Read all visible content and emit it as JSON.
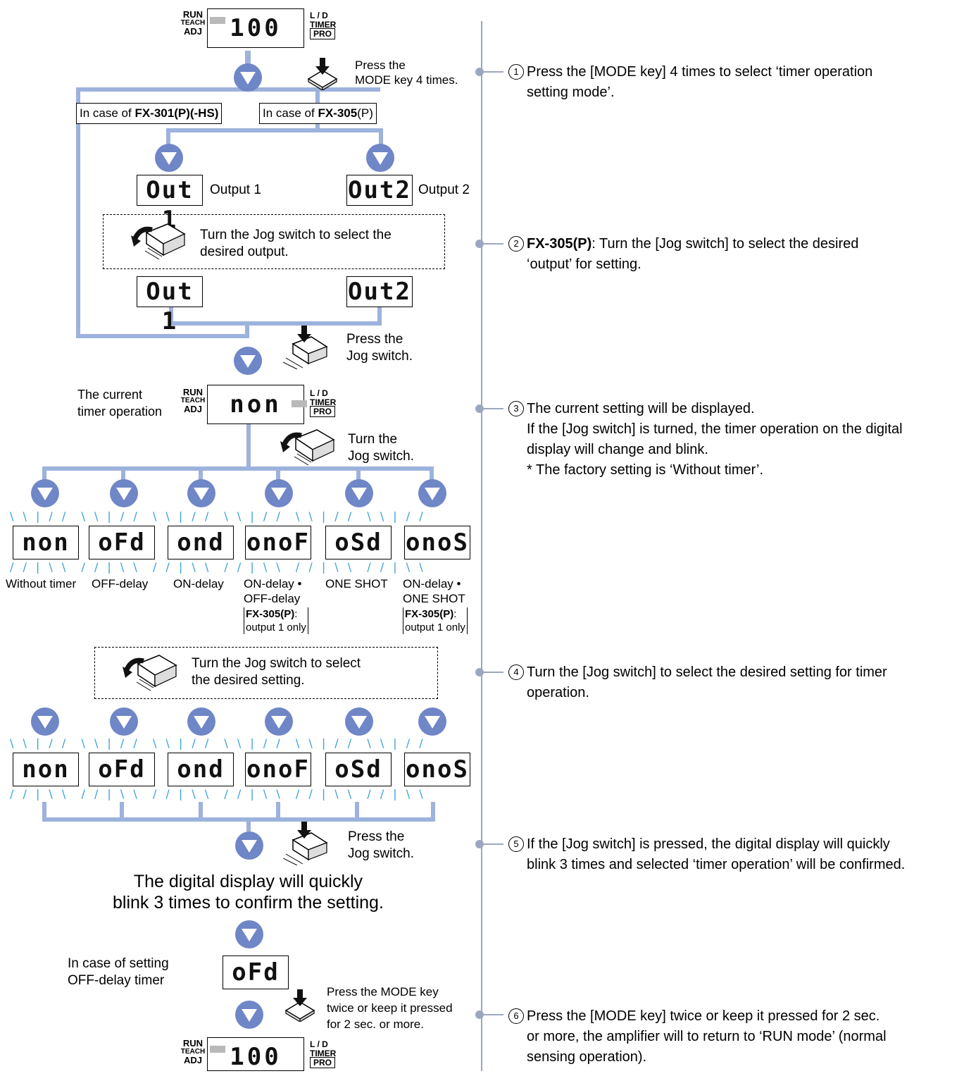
{
  "amp_top": {
    "left_labels": [
      "RUN",
      "TEACH",
      "ADJ"
    ],
    "display": "100",
    "right_labels": [
      "L / D",
      "TIMER"
    ],
    "pro": "PRO"
  },
  "press_mode_4": "Press the\nMODE key 4 times.",
  "case_fx301": {
    "prefix": "In case of ",
    "model": "FX-301",
    "p": "(P)",
    "hs": "(-HS)"
  },
  "case_fx305": {
    "prefix": "In case of ",
    "model": "FX-305",
    "p": "(P)"
  },
  "out1_display": "Out 1",
  "out1_label": "Output 1",
  "out2_display": "Out2",
  "out2_label": "Output 2",
  "jog_select_output": "Turn the Jog switch to select the\ndesired output.",
  "press_jog_1": "Press the\nJog switch.",
  "current_timer_label": "The current\ntimer operation",
  "amp_mid": {
    "left_labels": [
      "RUN",
      "TEACH",
      "ADJ"
    ],
    "display": "non",
    "right_labels": [
      "L / D",
      "TIMER"
    ],
    "pro": "PRO"
  },
  "turn_jog": "Turn the\nJog switch.",
  "timer_options": [
    {
      "display": "non",
      "label": "Without timer"
    },
    {
      "display": "oFd",
      "label": "OFF-delay"
    },
    {
      "display": "ond",
      "label": "ON-delay"
    },
    {
      "display": "onoF",
      "label": "ON-delay •\nOFF-delay",
      "note_model": "FX-305",
      "note_p": "(P)",
      "note_rest": ":",
      "note_line2": "output 1 only"
    },
    {
      "display": "oSd",
      "label": "ONE SHOT"
    },
    {
      "display": "onoS",
      "label": "ON-delay •\nONE SHOT",
      "note_model": "FX-305",
      "note_p": "(P)",
      "note_rest": ":",
      "note_line2": "output 1 only"
    }
  ],
  "jog_select_setting": "Turn the Jog switch to select\nthe desired setting.",
  "press_jog_2": "Press the\nJog switch.",
  "confirm_text": "The digital display will quickly\nblink 3 times to confirm the setting.",
  "case_offdelay_label": "In case of setting\nOFF-delay timer",
  "offdelay_display": "oFd",
  "press_mode_twice": "Press the MODE key\ntwice or keep it pressed\nfor 2 sec. or more.",
  "amp_bottom": {
    "left_labels": [
      "RUN",
      "TEACH",
      "ADJ"
    ],
    "display": "100",
    "right_labels": [
      "L / D",
      "TIMER"
    ],
    "pro": "PRO"
  },
  "steps": [
    {
      "num": "1",
      "line1": "Press the [MODE key] 4 times to select ‘timer operation",
      "line2": "setting mode’."
    },
    {
      "num": "2",
      "bold": "FX-305",
      "boldp": "(P)",
      "line1": ": Turn the [Jog switch] to select the desired",
      "line2": "‘output’ for setting."
    },
    {
      "num": "3",
      "line1": "The current setting will be displayed.",
      "line2": "If the [Jog switch] is turned, the timer operation on the digital",
      "line3": "display will change and blink.",
      "line4": "* The factory setting is ‘Without timer’."
    },
    {
      "num": "4",
      "line1": "Turn the [Jog switch] to select the desired setting for timer",
      "line2": "operation."
    },
    {
      "num": "5",
      "line1": "If the [Jog switch] is pressed, the digital display will quickly",
      "line2": "blink 3 times and selected ‘timer operation’ will be confirmed."
    },
    {
      "num": "6",
      "line1": "Press the [MODE key] twice or keep it pressed for 2 sec.",
      "line2": "or more, the amplifier will to return to ‘RUN mode’ (normal",
      "line3": "sensing operation)."
    }
  ],
  "colors": {
    "flow": "#9db2dc",
    "arrow": "#6f86c7",
    "blink": "#3a9fd8",
    "divider": "#9ca7bf"
  }
}
